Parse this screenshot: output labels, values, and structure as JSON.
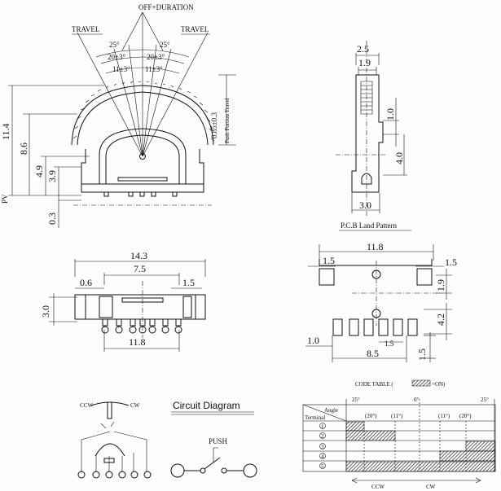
{
  "side_view": {
    "off_duration": "OFF+DURATION",
    "travel_left": "TRAVEL",
    "travel_right": "TRAVEL",
    "angle_25_left": "25°",
    "angle_25_right": "25°",
    "angle_20_left": "20±3°",
    "angle_20_right": "20±3°",
    "angle_11_left": "11±3°",
    "angle_11_right": "11±3°",
    "dim_11_4": "11.4",
    "dim_8_6": "8.6",
    "dim_4_9": "4.9",
    "dim_3_9": "3.9",
    "dim_0_3": "0.3",
    "pv_label": "PV",
    "push_portion": "0.85±0.3",
    "push_portion_label": "Push Portion Travel"
  },
  "end_view": {
    "dim_2_5": "2.5",
    "dim_1_9": "1.9",
    "dim_1_0": "1.0",
    "dim_4_0": "4.0",
    "dim_3_0": "3.0"
  },
  "bottom_view": {
    "dim_14_3": "14.3",
    "dim_7_5": "7.5",
    "dim_0_6": "0.6",
    "dim_1_5": "1.5",
    "dim_3_0": "3.0",
    "dim_11_8": "11.8"
  },
  "pcb": {
    "title": "P.C.B Land Pattern",
    "dim_11_8": "11.8",
    "dim_1_5_left": "1.5",
    "dim_1_5_right": "1.5",
    "dim_1_9": "1.9",
    "dim_4_2": "4.2",
    "dim_1_0": "1.0",
    "dim_1_5_mid": "1.5",
    "dim_8_5": "8.5",
    "dim_1_5_side": "1.5"
  },
  "circuit": {
    "title": "Circuit Diagram",
    "ccw": "CCW",
    "cw": "CW",
    "push": "PUSH"
  },
  "code_table": {
    "title": "CODE TABLE (",
    "legend": "=ON)",
    "angle_left": "25°",
    "angle_mid": "0°",
    "angle_right": "25°",
    "header_angle": "Angle",
    "header_terminal": "Terminal",
    "seg_20_left": "(20°)",
    "seg_11_left": "(11°)",
    "seg_11_right": "(11°)",
    "seg_20_right": "(20°)",
    "rows": [
      "1",
      "2",
      "3",
      "4",
      "5"
    ],
    "ccw": "CCW",
    "cw": "CW"
  }
}
